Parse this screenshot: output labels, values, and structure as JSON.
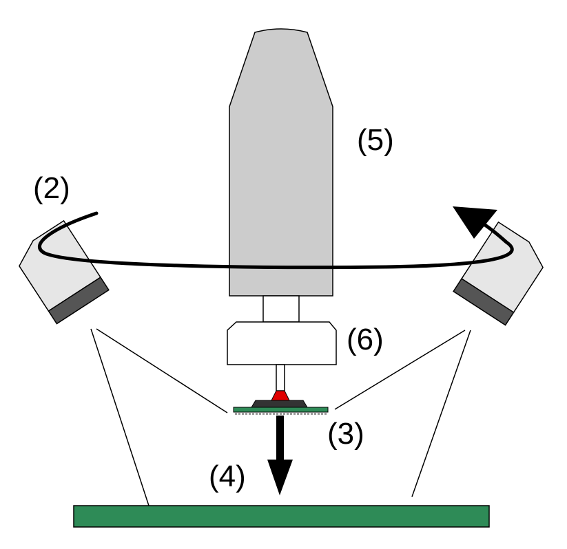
{
  "labels": {
    "rotation": "(2)",
    "component": "(3)",
    "placement": "(4)",
    "head": "(5)",
    "nozzle_holder": "(6)"
  },
  "colors": {
    "head_body": "#cccccc",
    "camera_body": "#e6e6e6",
    "camera_lens": "#555555",
    "nozzle_tip": "#e00000",
    "chip_pcb": "#2e8b57",
    "board": "#2e8b57",
    "chip_die": "#333333",
    "outline": "#000000"
  }
}
